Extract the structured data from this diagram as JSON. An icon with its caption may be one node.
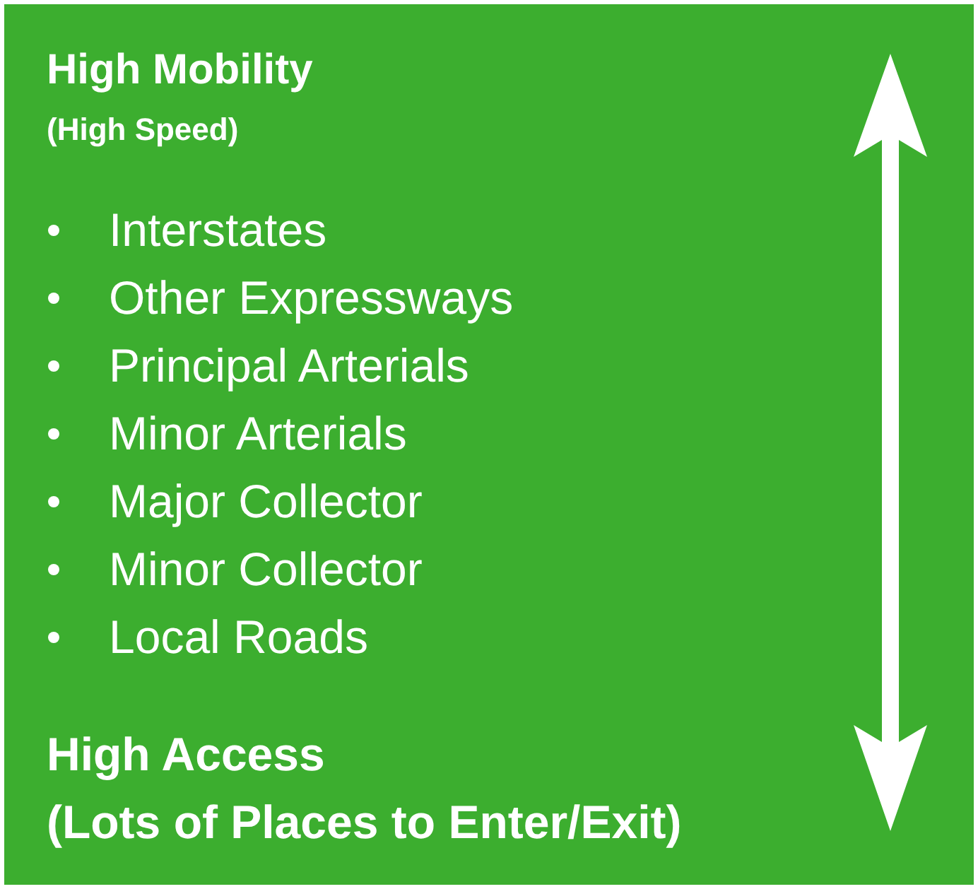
{
  "diagram": {
    "nodes": [
      {
        "text": [
          "High Mobility",
          "(High Speed)",
          "Interstates",
          "Other Expressways",
          "Principal Arterials",
          "Minor Arterials",
          "Major Collector",
          "Minor Collector",
          "Local Roads",
          "High Access",
          "(Lots of Places to Enter/Exit)"
        ]
      }
    ],
    "edges": []
  }
}
